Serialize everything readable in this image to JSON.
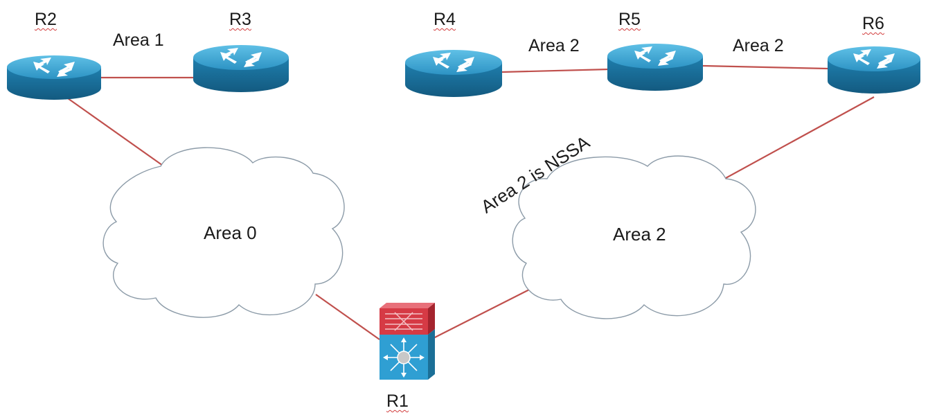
{
  "routers": [
    {
      "id": "r2",
      "name": "R2"
    },
    {
      "id": "r3",
      "name": "R3"
    },
    {
      "id": "r4",
      "name": "R4"
    },
    {
      "id": "r5",
      "name": "R5"
    },
    {
      "id": "r6",
      "name": "R6"
    },
    {
      "id": "r1",
      "name": "R1"
    }
  ],
  "link_labels": {
    "r2_r3": "Area 1",
    "r4_r5": "Area 2",
    "r5_r6": "Area 2"
  },
  "clouds": {
    "left": "Area 0",
    "right": "Area 2"
  },
  "annotation": "Area 2 is NSSA",
  "colors": {
    "link": "#c0504d",
    "router_top": "#3ba9d6",
    "router_side": "#1b6f97",
    "switch_top": "#d63a45",
    "switch_front": "#2f9fd3"
  }
}
